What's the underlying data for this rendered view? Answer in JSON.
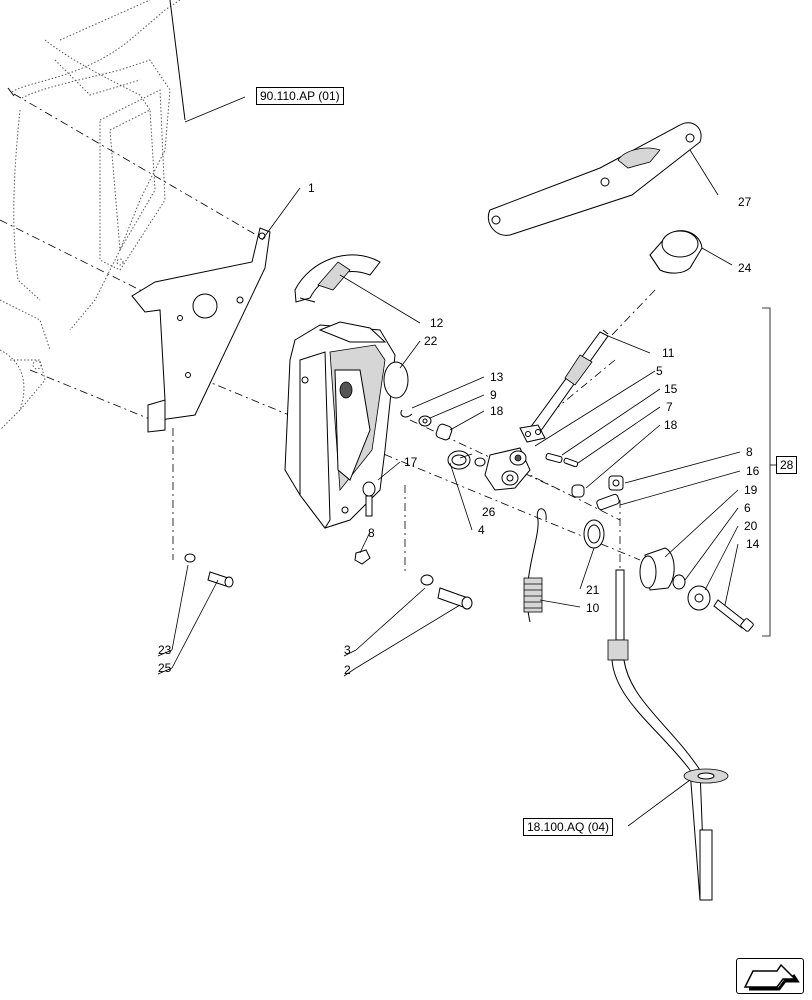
{
  "references": {
    "top": "90.110.AP (01)",
    "bottom": "18.100.AQ (04)",
    "group": "28"
  },
  "callouts": {
    "c1": "1",
    "c2": "2",
    "c3": "3",
    "c4": "4",
    "c5": "5",
    "c6": "6",
    "c7": "7",
    "c8a": "8",
    "c8b": "8",
    "c9": "9",
    "c10": "10",
    "c11": "11",
    "c12": "12",
    "c13": "13",
    "c14": "14",
    "c15": "15",
    "c16": "16",
    "c17": "17",
    "c18a": "18",
    "c18b": "18",
    "c19": "19",
    "c20": "20",
    "c21": "21",
    "c22": "22",
    "c23": "23",
    "c24": "24",
    "c25": "25",
    "c26": "26",
    "c27": "27"
  },
  "icons": {
    "nav": "next-page-arrow-icon"
  }
}
